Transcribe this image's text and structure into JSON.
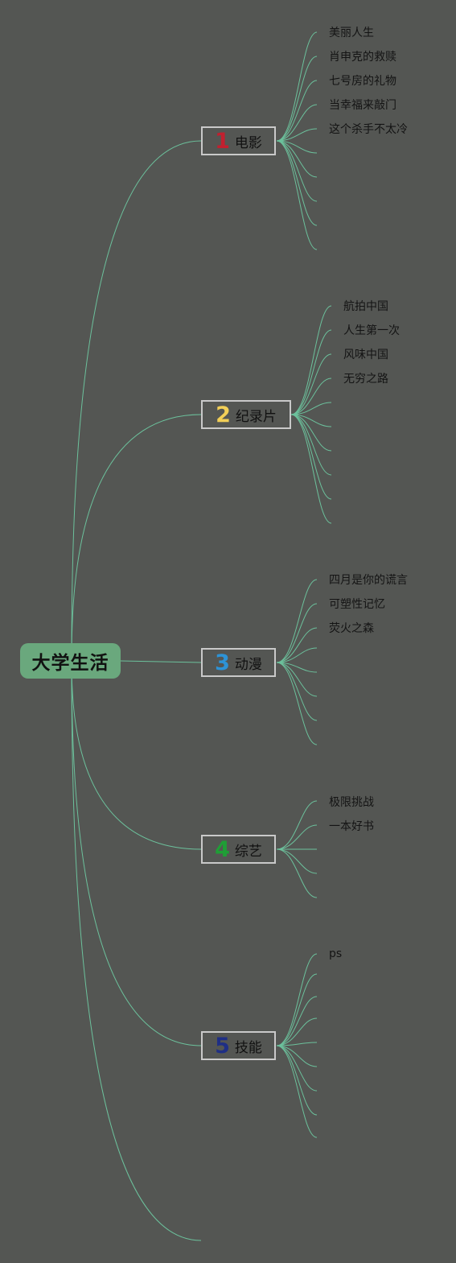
{
  "root": {
    "label": "大学生活"
  },
  "branches": [
    {
      "num": "1",
      "color": "#c1202f",
      "label": "电影",
      "leaves": [
        "美丽人生",
        "肖申克的救赎",
        "七号房的礼物",
        "当幸福来敲门",
        "这个杀手不太冷"
      ]
    },
    {
      "num": "2",
      "color": "#f2cf57",
      "label": "纪录片",
      "leaves": [
        "航拍中国",
        "人生第一次",
        "风味中国",
        "无穷之路"
      ]
    },
    {
      "num": "3",
      "color": "#2d93d6",
      "label": "动漫",
      "leaves": [
        "四月是你的谎言",
        "可塑性记忆",
        "荧火之森"
      ]
    },
    {
      "num": "4",
      "color": "#1f9e36",
      "label": "综艺",
      "leaves": [
        "极限挑战",
        "一本好书"
      ]
    },
    {
      "num": "5",
      "color": "#1f2f85",
      "label": "技能",
      "leaves": [
        "ps"
      ]
    }
  ],
  "colors": {
    "line": "#6cc19c",
    "background": "#545653",
    "root_fill": "#6aa87d"
  }
}
